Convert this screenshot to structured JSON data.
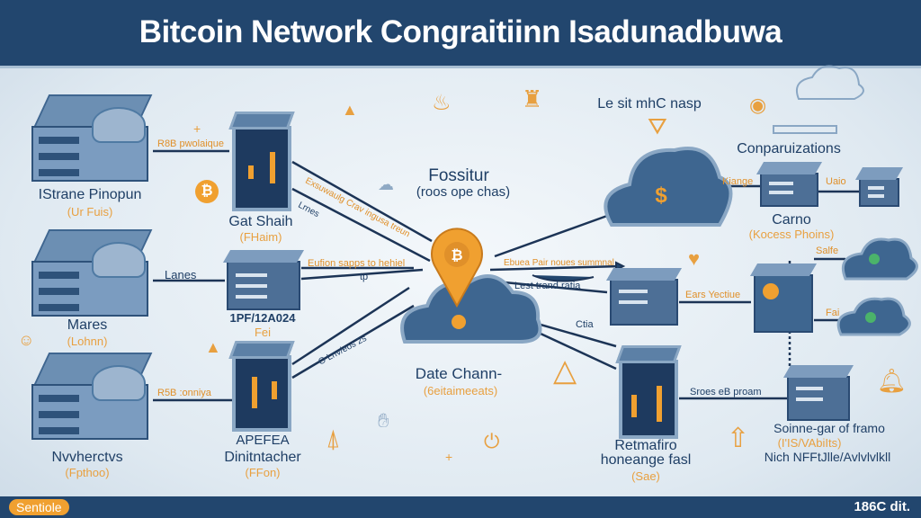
{
  "header": {
    "title": "Bitcoin Network Congraitiinn Isadunadbuwa"
  },
  "footer": {
    "badge": "Sentiole",
    "right_text": "186C dit."
  },
  "left_nodes": [
    {
      "label": "IStrane Pinopun",
      "sub": "(Ur Fuis)"
    },
    {
      "label": "Mares",
      "sub": "(Lohnn)"
    },
    {
      "label": "Nvvherctvs",
      "sub": "(Fpthoo)"
    }
  ],
  "middle_nodes": [
    {
      "label": "Gat Shaih",
      "sub": "(FHaim)"
    },
    {
      "label": "1PF/12A024",
      "sub": "Fei",
      "side_label": "Lanes"
    },
    {
      "label": "APEFEA",
      "label2": "Dinitntacher",
      "sub": "(FFon)"
    }
  ],
  "connectors": {
    "c1": "R8B pwolaique",
    "c2": "Eufion sapps to hehiel",
    "c2b": "tp",
    "c3": "R5B :onniya",
    "c4": "Exsuwaulg Crav ingusa treun",
    "c5": "Lrnes",
    "c6": "O Lnv/eos 2s",
    "c7": "Lest trand ratia",
    "c8": "Ebuea Pair noues summnal",
    "c9": "Kiange",
    "c10": "Uaio",
    "c11": "Salfe",
    "c12": "Fai",
    "c13": "Sroes eB proam",
    "c14": "Ears Yectiue",
    "c15": "Ctia"
  },
  "center": {
    "title": "Fossitur",
    "sub": "(roos ope chas)",
    "bottom_title": "Date Chann-",
    "bottom_sub": "(6eitaimeeats)"
  },
  "top_label": "Le sit mhC nasp",
  "right_nodes": [
    {
      "label": "Conparuizations"
    },
    {
      "label": "Carno",
      "sub": "(Kocess Phoins)"
    },
    {
      "label": "Retmafiro",
      "label2": "honeange fasl",
      "sub": "(Sae)"
    },
    {
      "label": "Soinne-gar of framo",
      "sub": "(I'IS/VAbiIts)",
      "label2": "Nich NFFtJlle/Avlvlvlkll"
    }
  ],
  "colors": {
    "navy": "#22466e",
    "orange": "#f0a030",
    "blue": "#4f7aa3"
  }
}
